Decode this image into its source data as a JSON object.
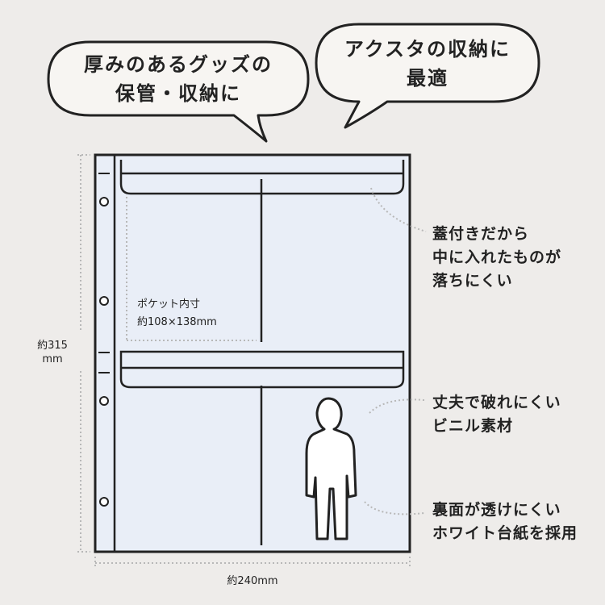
{
  "bubbles": {
    "left_line1": "厚みのあるグッズの",
    "left_line2": "保管・収納に",
    "right_line1": "アクスタの収納に",
    "right_line2": "最適"
  },
  "callouts": {
    "lid_line1": "蓋付きだから",
    "lid_line2": "中に入れたものが",
    "lid_line3": "落ちにくい",
    "vinyl_line1": "丈夫で破れにくい",
    "vinyl_line2": "ビニル素材",
    "back_line1": "裏面が透けにくい",
    "back_line2": "ホワイト台紙を採用"
  },
  "pocket": {
    "title": "ポケット内寸",
    "size": "約108×138mm"
  },
  "dimensions": {
    "height_value": "約315",
    "height_unit": "mm",
    "width": "約240mm"
  },
  "colors": {
    "background": "#eeecea",
    "bubble_fill": "#f7f5f2",
    "sheet_fill": "#e9eef7",
    "stroke": "#222222",
    "dotted": "#b8b8b8"
  }
}
